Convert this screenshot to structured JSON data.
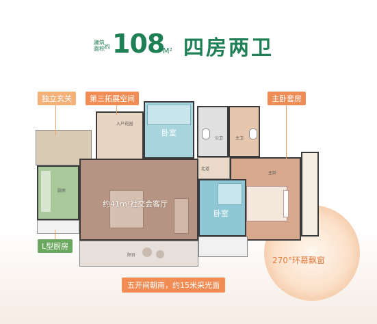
{
  "header": {
    "area_small_1": "建筑",
    "area_small_2": "面积",
    "area_small_3": "约",
    "area_number": "108",
    "area_unit": "M²",
    "layout_title": "四房两卫"
  },
  "callouts": {
    "entrance": "独立玄关",
    "third_space": "第三拓展空间",
    "master_suite": "主卧套房",
    "kitchen": "L型厨房",
    "window": "270°环幕飘窗",
    "living": "约41m²社交会客厅",
    "bottom": "五开间朝南，约15米采光面"
  },
  "rooms": {
    "bedroom_top": "卧室",
    "bedroom_mid": "卧室",
    "entry_room": "入户花园",
    "kitchen_small": "厨房",
    "public_bath": "公卫",
    "master_bath": "主卫",
    "corridor": "走道",
    "master_bed": "主卧",
    "balcony": "阳台"
  },
  "colors": {
    "green": "#1f7f55",
    "orange": "#f0a35e",
    "kitchen_green": "#6aa85f",
    "living": "#b58e7a",
    "bedroom_blue": "#8fc8d4"
  }
}
